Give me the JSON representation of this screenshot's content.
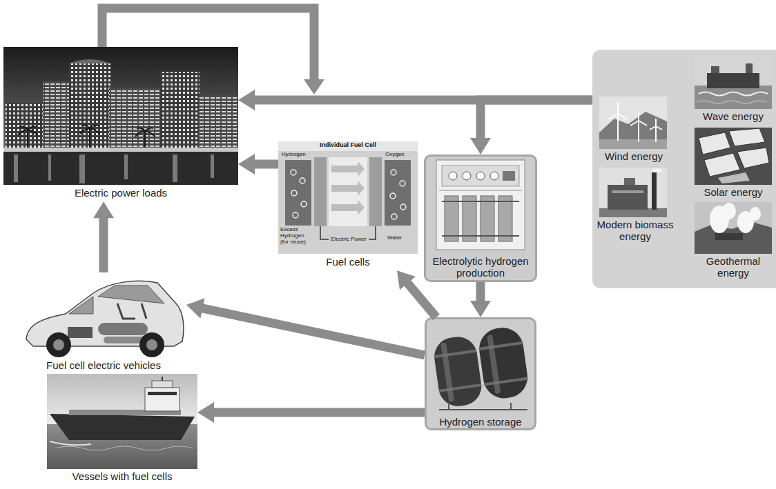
{
  "diagram": {
    "nodes": [
      {
        "text": [
          "Electric power loads"
        ]
      },
      {
        "text": [
          "Fuel cells"
        ]
      },
      {
        "text": []
      },
      {
        "text": [
          "Wind energy"
        ],
        "in": 2
      },
      {
        "text": [
          "Wave energy"
        ],
        "in": 2
      },
      {
        "text": [
          "Solar energy"
        ],
        "in": 2
      },
      {
        "text": [
          "Modern biomass energy"
        ],
        "in": 2
      },
      {
        "text": [
          "Geothermal energy"
        ],
        "in": 2
      },
      {
        "text": [
          "Electrolytic hydrogen production"
        ]
      },
      {
        "text": [
          "Fuel cell electric vehicles"
        ]
      },
      {
        "text": [
          "Hydrogen storage"
        ]
      },
      {
        "text": [
          "Vessels with fuel cells"
        ]
      }
    ],
    "edges": [
      {
        "from": 2,
        "to": 0,
        "arrow": "to"
      },
      {
        "from": 2,
        "to": 8,
        "arrow": "to"
      },
      {
        "from": 1,
        "to": 0,
        "arrow": "to"
      },
      {
        "from": 8,
        "to": 10,
        "arrow": "to"
      },
      {
        "from": 10,
        "to": 1,
        "arrow": "to"
      },
      {
        "from": 10,
        "to": 9,
        "arrow": "to"
      },
      {
        "from": 10,
        "to": 11,
        "arrow": "to"
      },
      {
        "from": 9,
        "to": 0,
        "arrow": "to"
      }
    ],
    "labels": [
      "Individual Fuel Cell",
      "Hydrogen",
      "Oxygen",
      "Excess Hydrogen (for reuse)",
      "Electric Power",
      "Water"
    ]
  }
}
